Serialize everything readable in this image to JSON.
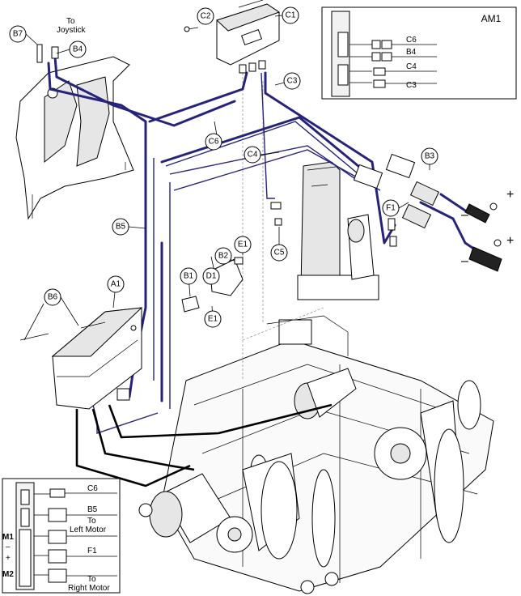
{
  "callouts": {
    "B7": "B7",
    "B4": "B4",
    "C2": "C2",
    "C1": "C1",
    "C3": "C3",
    "C6": "C6",
    "C4": "C4",
    "B3": "B3",
    "F1": "F1",
    "C5": "C5",
    "B5": "B5",
    "E1a": "E1",
    "B2": "B2",
    "D1": "D1",
    "B1": "B1",
    "E1b": "E1",
    "A1": "A1",
    "B6": "B6"
  },
  "text_labels": {
    "to_joystick_line1": "To",
    "to_joystick_line2": "Joystick",
    "plus_top": "+",
    "minus_top": "–",
    "plus_bottom": "+",
    "minus_bottom": "–"
  },
  "inset_am1": {
    "title": "AM1",
    "rows": [
      "C6",
      "B4",
      "C4",
      "C3"
    ]
  },
  "inset_a1": {
    "c6": "C6",
    "b5": "B5",
    "to_left_line1": "To",
    "to_left_line2": "Left Motor",
    "m1": "M1",
    "minus": "–",
    "plus": "+",
    "f1": "F1",
    "m2": "M2",
    "to_right_line1": "To",
    "to_right_line2": "Right Motor"
  }
}
